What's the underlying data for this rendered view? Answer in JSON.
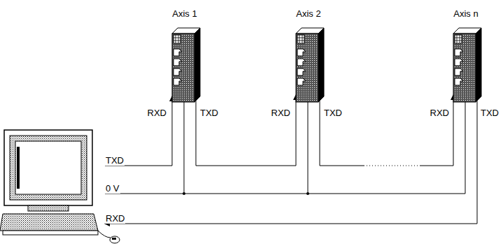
{
  "diagram": {
    "nodes": [
      {
        "text": [
          "Axis 1"
        ]
      },
      {
        "text": [
          "Axis 2"
        ]
      },
      {
        "text": [
          "Axis n"
        ]
      }
    ],
    "edges": [
      {
        "from": 0,
        "to": 1,
        "arrow": "to"
      },
      {
        "from": 1,
        "to": 2,
        "arrow": "to"
      }
    ],
    "labels": [
      "RXD",
      "TXD",
      "RXD",
      "TXD",
      "RXD",
      "TXD",
      "TXD",
      "0 V",
      "RXD"
    ]
  }
}
